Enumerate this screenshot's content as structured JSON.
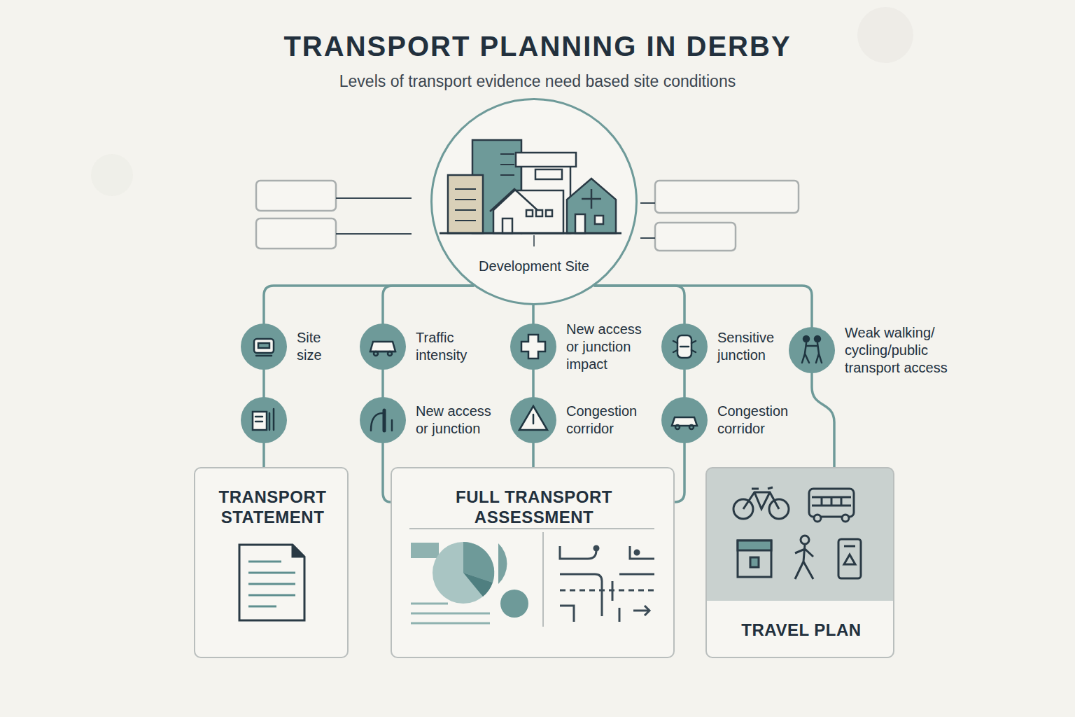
{
  "diagram": {
    "title": "TRANSPORT PLANNING IN DERBY",
    "nodes": [
      {
        "text": [
          "Development Site"
        ]
      },
      {
        "text": [
          "Site size"
        ]
      },
      {
        "text": [
          "Traffic intensity"
        ]
      },
      {
        "text": [
          "New access or junction impact"
        ]
      },
      {
        "text": [
          "Sensitive junction"
        ]
      },
      {
        "text": [
          "Weak walking/ cycling/public transport access"
        ]
      },
      {
        "text": [
          "New access or junction"
        ]
      },
      {
        "text": [
          "Congestion corridor"
        ]
      },
      {
        "text": [
          "Congestion corridor"
        ]
      },
      {
        "text": [
          "TRANSPORT STATEMENT"
        ]
      },
      {
        "text": [
          "FULL TRANSPORT ASSESSMENT"
        ]
      },
      {
        "text": [
          "TRAVEL PLAN"
        ]
      }
    ],
    "edges": [
      {
        "from": 0,
        "to": 1,
        "arrow": "none"
      },
      {
        "from": 0,
        "to": 2,
        "arrow": "none"
      },
      {
        "from": 0,
        "to": 3,
        "arrow": "none"
      },
      {
        "from": 0,
        "to": 4,
        "arrow": "none"
      },
      {
        "from": 0,
        "to": 5,
        "arrow": "none"
      },
      {
        "from": 1,
        "to": 9,
        "arrow": "none"
      },
      {
        "from": 2,
        "to": 6,
        "arrow": "none"
      },
      {
        "from": 6,
        "to": 10,
        "arrow": "none"
      },
      {
        "from": 3,
        "to": 7,
        "arrow": "none"
      },
      {
        "from": 7,
        "to": 10,
        "arrow": "none"
      },
      {
        "from": 4,
        "to": 8,
        "arrow": "none"
      },
      {
        "from": 8,
        "to": 10,
        "arrow": "none"
      },
      {
        "from": 5,
        "to": 11,
        "arrow": "none"
      }
    ],
    "labels": [
      "Levels of transport evidence need based site conditions"
    ]
  }
}
